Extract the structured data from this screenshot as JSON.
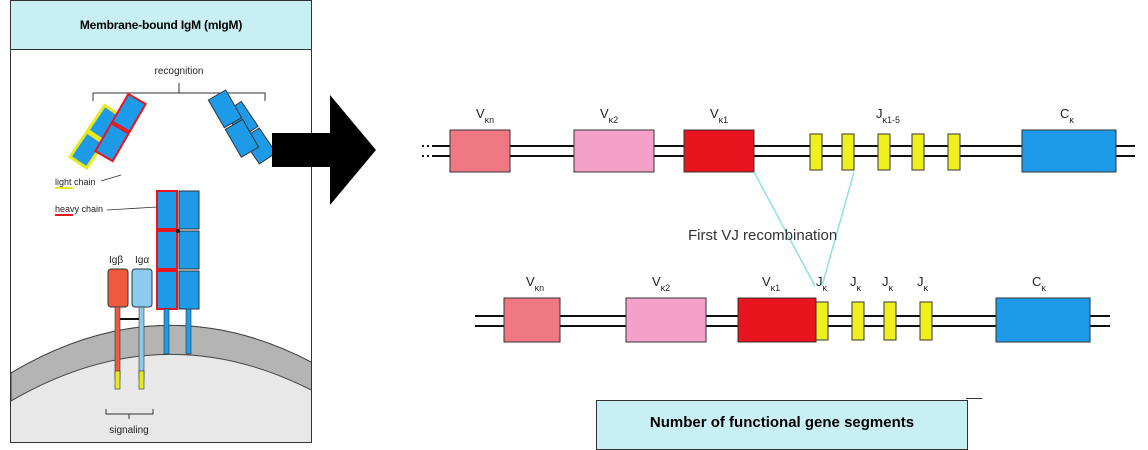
{
  "left_panel": {
    "title": "Membrane-bound IgM (mIgM)",
    "labels": {
      "recognition": "recognition",
      "light_chain": "light chain",
      "heavy_chain": "heavy chain",
      "ig_beta": "Igβ",
      "ig_alpha": "Igα",
      "signaling": "signaling"
    }
  },
  "right_panel": {
    "top_labels": {
      "v_kn": "κn",
      "v_k2": "κ2",
      "v_k1": "κ1",
      "j_k15": "κ1-5",
      "c_k": "κ"
    },
    "recombination_label": "First VJ recombination",
    "bottom_labels": {
      "v_kn": "κn",
      "v_k2": "κ2",
      "v_k1": "κ1",
      "j_k": "κ",
      "c_k": "κ"
    },
    "letters": {
      "v": "V",
      "j": "J",
      "c": "C"
    },
    "info_box": "Number of functional gene segments"
  },
  "colors": {
    "title_bg": "#c8f0f4",
    "light_blue": "#1e9be8",
    "red": "#e8141e",
    "pink": "#f4a0c8",
    "salmon": "#f07882",
    "yellow": "#f0f01e",
    "orange": "#ee5a3c",
    "membrane": "#b4b4b4"
  }
}
